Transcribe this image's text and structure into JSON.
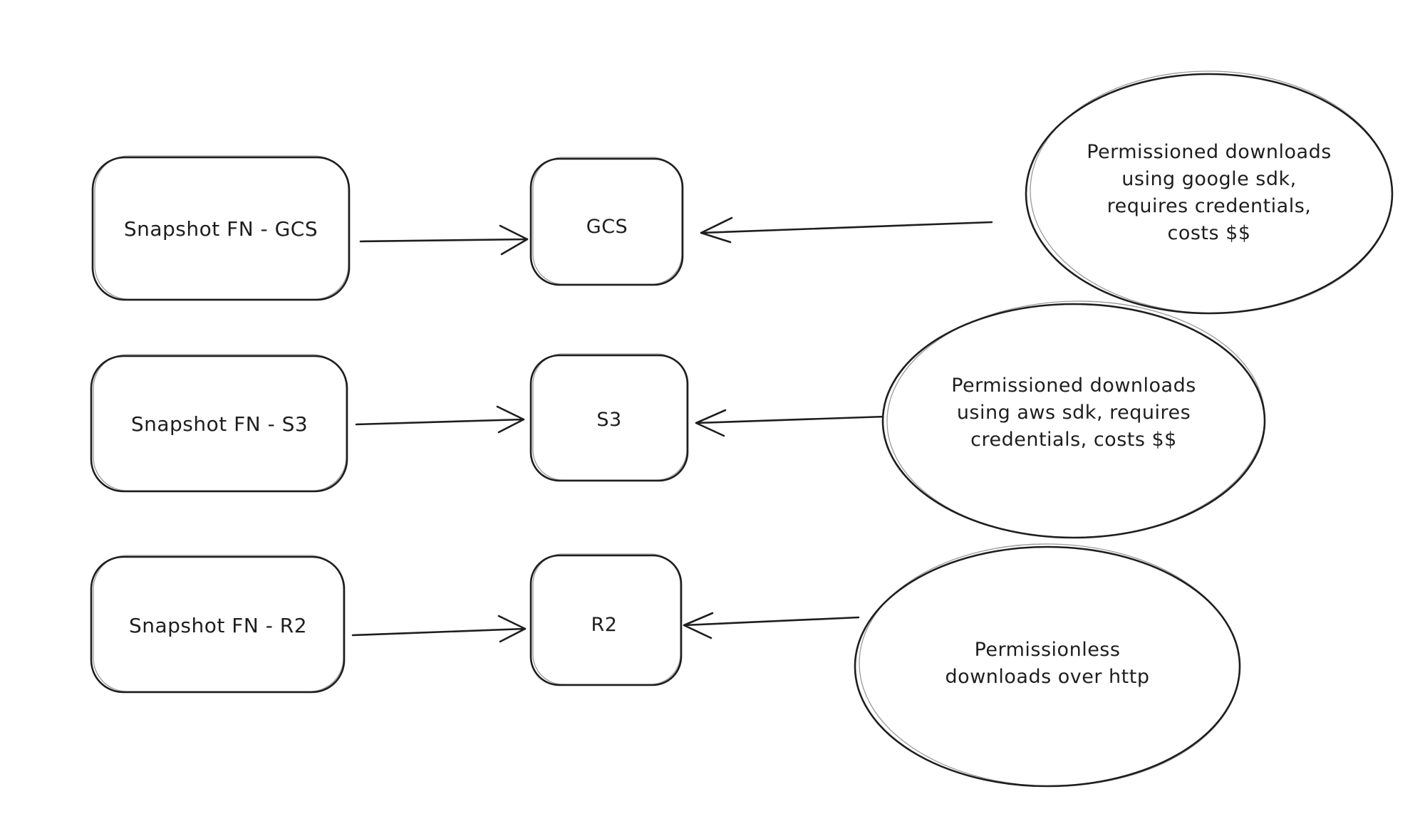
{
  "diagram": {
    "colors": {
      "background": "#ffffff",
      "ink": "#1e1e1e"
    },
    "rows": [
      {
        "source_label": "Snapshot FN - GCS",
        "target_label": "GCS",
        "annotation_lines": [
          "Permissioned downloads",
          "using google sdk,",
          "requires credentials,",
          "costs $$"
        ]
      },
      {
        "source_label": "Snapshot FN - S3",
        "target_label": "S3",
        "annotation_lines": [
          "Permissioned downloads",
          "using aws sdk, requires",
          "credentials, costs $$"
        ]
      },
      {
        "source_label": "Snapshot FN - R2",
        "target_label": "R2",
        "annotation_lines": [
          "Permissionless",
          "downloads over http"
        ]
      }
    ]
  }
}
